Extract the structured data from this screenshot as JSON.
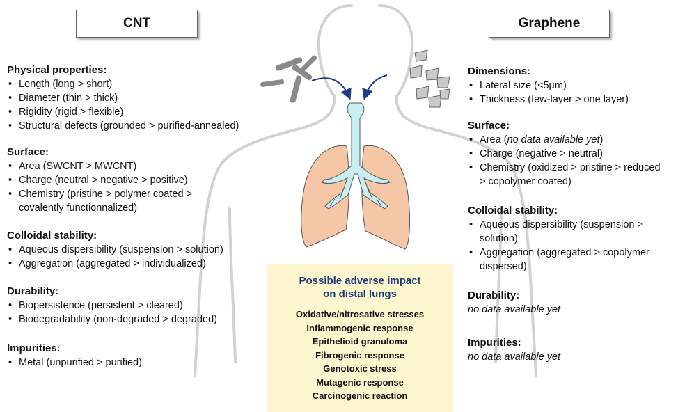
{
  "cnt": {
    "title": "CNT",
    "sections": [
      {
        "heading": "Physical properties:",
        "items": [
          "Length (long > short)",
          "Diameter (thin > thick)",
          "Rigidity (rigid > flexible)",
          "Structural defects (grounded > purified-annealed)"
        ]
      },
      {
        "heading": "Surface:",
        "items": [
          "Area (SWCNT > MWCNT)",
          "Charge (neutral > negative > positive)",
          "Chemistry (pristine > polymer coated > covalently functionnalized)"
        ]
      },
      {
        "heading": "Colloidal stability:",
        "items": [
          "Aqueous dispersibility (suspension > solution)",
          "Aggregation (aggregated > individualized)"
        ]
      },
      {
        "heading": "Durability:",
        "items": [
          "Biopersistence (persistent > cleared)",
          "Biodegradability (non-degraded > degraded)"
        ]
      },
      {
        "heading": "Impurities:",
        "items": [
          "Metal (unpurified > purified)"
        ]
      }
    ]
  },
  "graphene": {
    "title": "Graphene",
    "dimensions": {
      "heading": "Dimensions:",
      "items": [
        "Lateral size (<5µm)",
        "Thickness (few-layer > one layer)"
      ]
    },
    "surface": {
      "heading": "Surface:",
      "area_prefix": "Area (",
      "area_note": "no data available yet",
      "area_suffix": ")",
      "items": [
        "Charge (negative > neutral)",
        "Chemistry (oxidized > pristine > reduced > copolymer coated)"
      ]
    },
    "colloidal": {
      "heading": "Colloidal stability:",
      "items": [
        "Aqueous dispersibility (suspension > solution)",
        "Aggregation (aggregated > copolymer dispersed)"
      ]
    },
    "durability": {
      "heading": "Durability:",
      "note": "no data available yet"
    },
    "impurities": {
      "heading": "Impurities:",
      "note": "no data available yet"
    }
  },
  "impact": {
    "title_line1": "Possible adverse impact",
    "title_line2": "on distal lungs",
    "items": [
      "Oxidative/nitrosative stresses",
      "Inflammogenic response",
      "Epithelioid granuloma",
      "Fibrogenic response",
      "Genotoxic stress",
      "Mutagenic response",
      "Carcinogenic reaction"
    ]
  },
  "colors": {
    "lung_fill": "#f5c7a6",
    "airway_fill": "#c8eef2",
    "arrow": "#1f3c8a",
    "impact_bg": "#fdf6cf",
    "impact_title": "#1f3c78",
    "particle": "#8a8a8a",
    "body_outline": "#cfcfcf"
  }
}
